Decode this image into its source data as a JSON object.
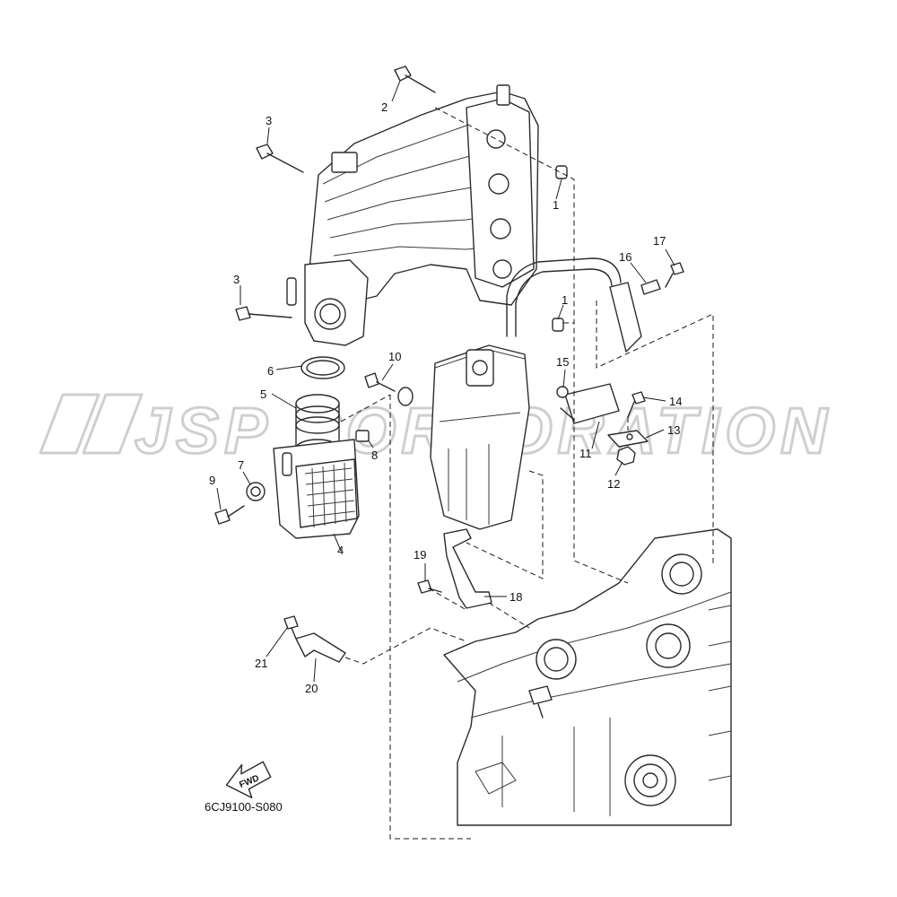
{
  "diagram": {
    "code": "6CJ9100-S080",
    "watermark": "JSP CORPORATION",
    "fwd_label": "FWD",
    "callouts": {
      "c1a": "1",
      "c1b": "1",
      "c2": "2",
      "c3a": "3",
      "c3b": "3",
      "c4": "4",
      "c5": "5",
      "c6": "6",
      "c7": "7",
      "c8": "8",
      "c9": "9",
      "c10": "10",
      "c11": "11",
      "c12": "12",
      "c13": "13",
      "c14": "14",
      "c15": "15",
      "c16": "16",
      "c17": "17",
      "c18": "18",
      "c19": "19",
      "c20": "20",
      "c21": "21"
    }
  }
}
